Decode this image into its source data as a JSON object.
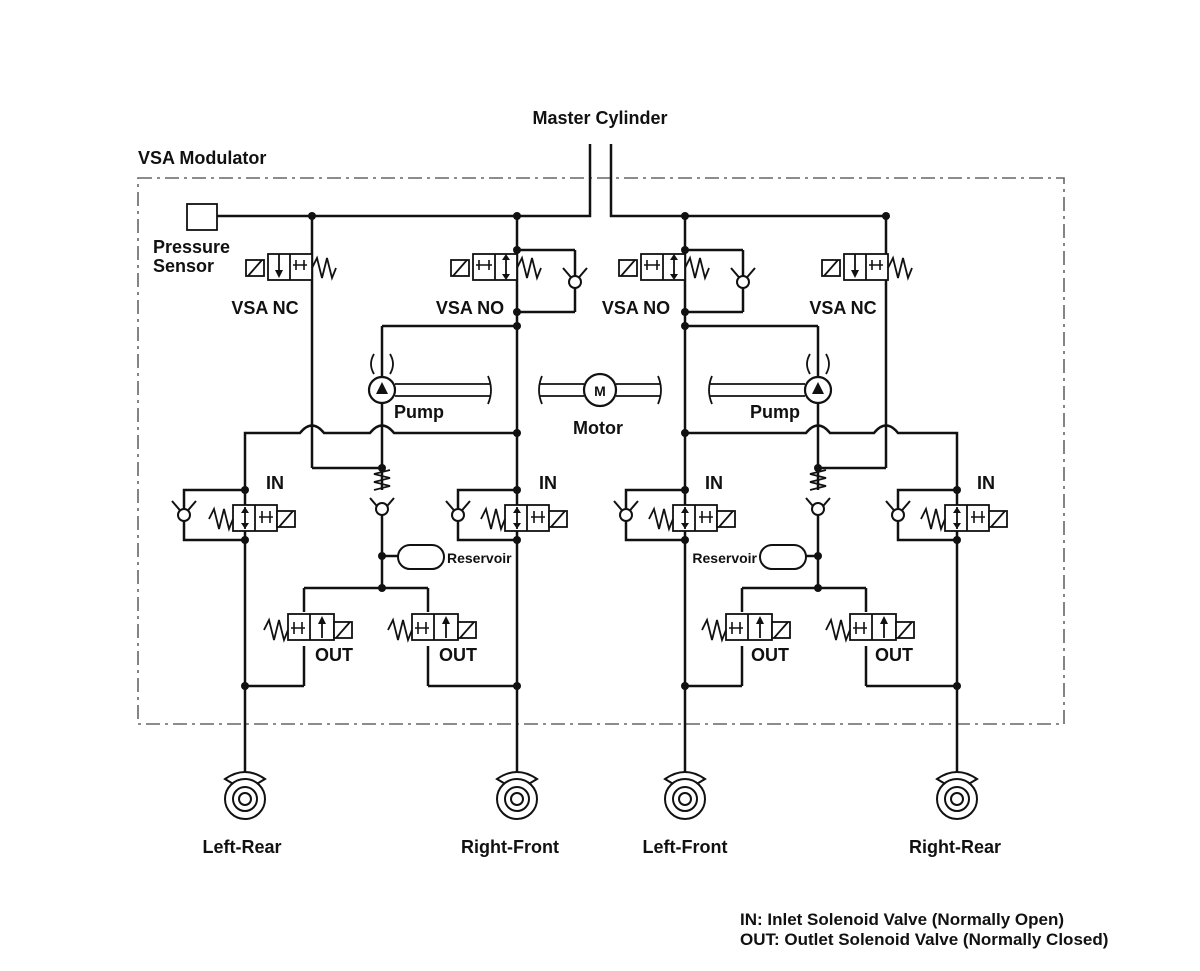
{
  "diagram": {
    "master_cylinder": "Master Cylinder",
    "modulator": "VSA Modulator",
    "pressure_sensor": [
      "Pressure",
      "Sensor"
    ],
    "vsa_nc": "VSA NC",
    "vsa_no": "VSA NO",
    "pump": "Pump",
    "motor": "Motor",
    "motor_symbol": "M",
    "inlet": "IN",
    "outlet": "OUT",
    "reservoir": "Reservoir",
    "wheels": [
      "Left-Rear",
      "Right-Front",
      "Left-Front",
      "Right-Rear"
    ]
  },
  "legend": [
    "IN: Inlet Solenoid Valve (Normally Open)",
    "OUT: Outlet Solenoid Valve (Normally Closed)"
  ]
}
